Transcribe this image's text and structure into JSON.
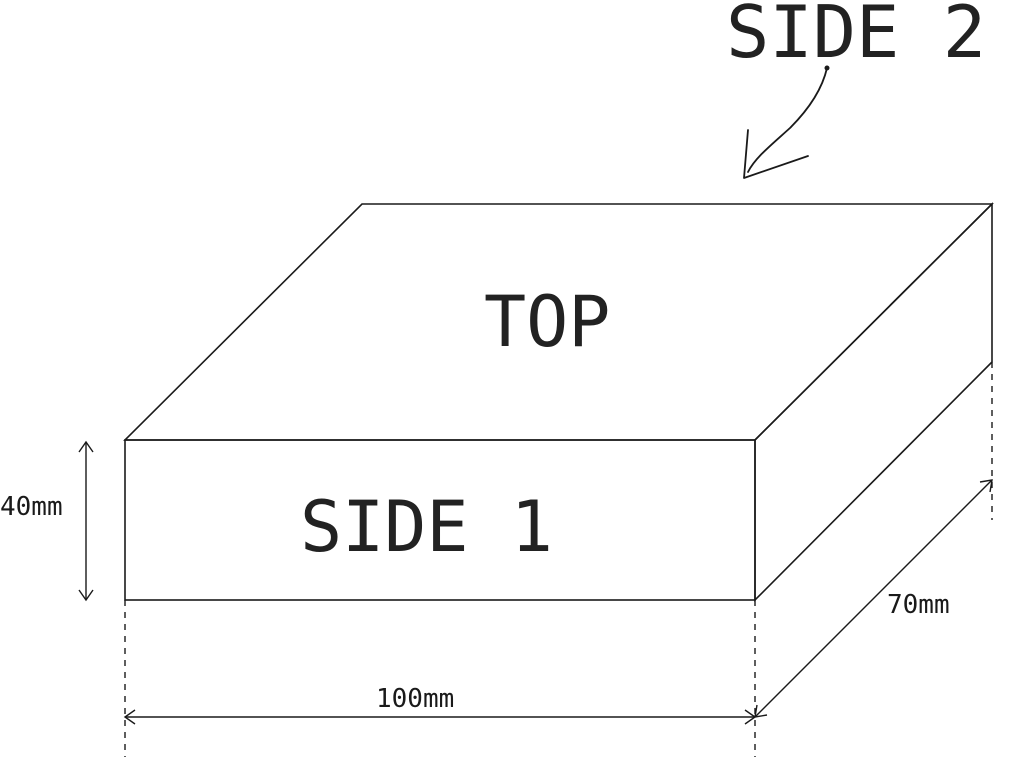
{
  "labels": {
    "side2": "SIDE 2",
    "top": "TOP",
    "side1": "SIDE 1"
  },
  "dimensions": {
    "height": "40mm",
    "width": "100mm",
    "depth": "70mm"
  },
  "colors": {
    "line": "#1a1a1a",
    "text": "#222222",
    "background": "#ffffff"
  }
}
